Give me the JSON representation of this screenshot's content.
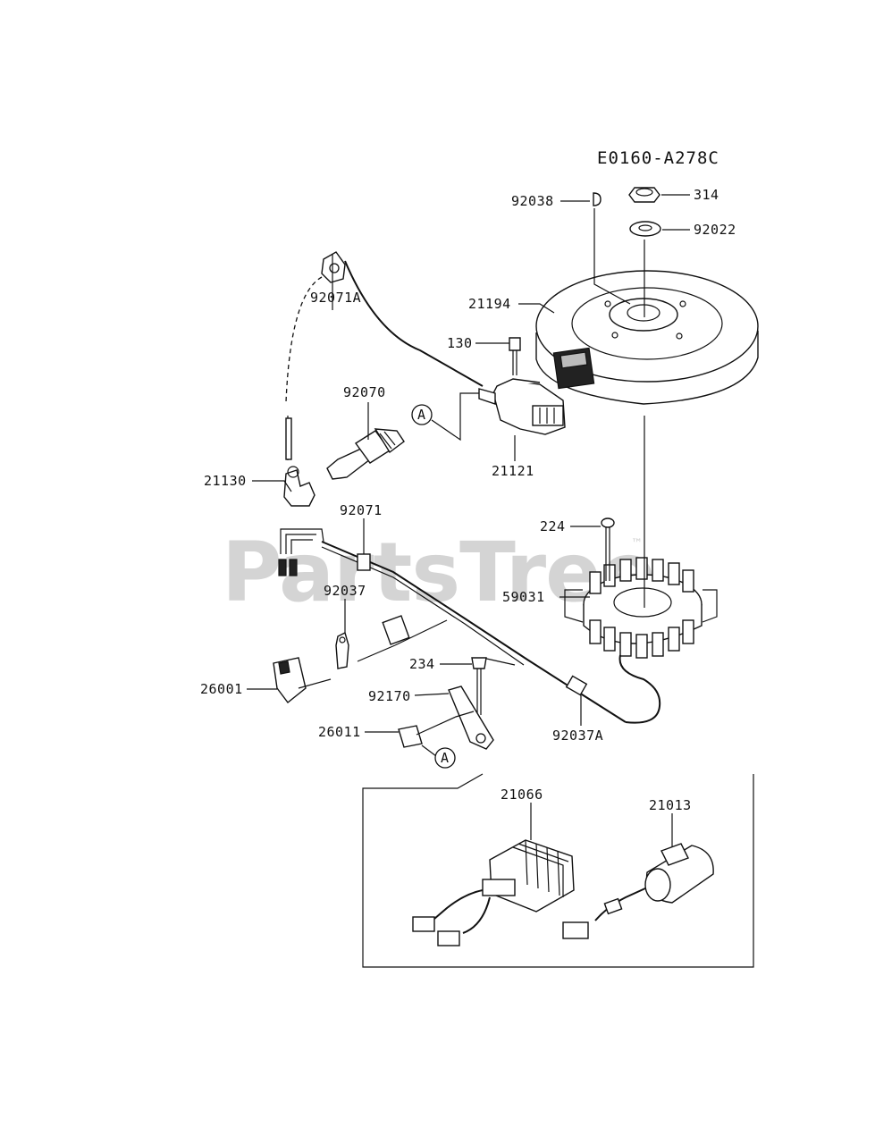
{
  "diagram_code": "E0160-A278C",
  "watermark": "PartsTree",
  "trademark": "™",
  "callout_ref": "A",
  "parts": {
    "p92038": "92038",
    "p314": "314",
    "p92022": "92022",
    "p21194": "21194",
    "p92071A": "92071A",
    "p130": "130",
    "p92070": "92070",
    "p21121": "21121",
    "p21130": "21130",
    "p92071": "92071",
    "p224": "224",
    "p59031": "59031",
    "p92037": "92037",
    "p234": "234",
    "p26001": "26001",
    "p92170": "92170",
    "p92037A": "92037A",
    "p26011": "26011",
    "p21066": "21066",
    "p21013": "21013"
  }
}
